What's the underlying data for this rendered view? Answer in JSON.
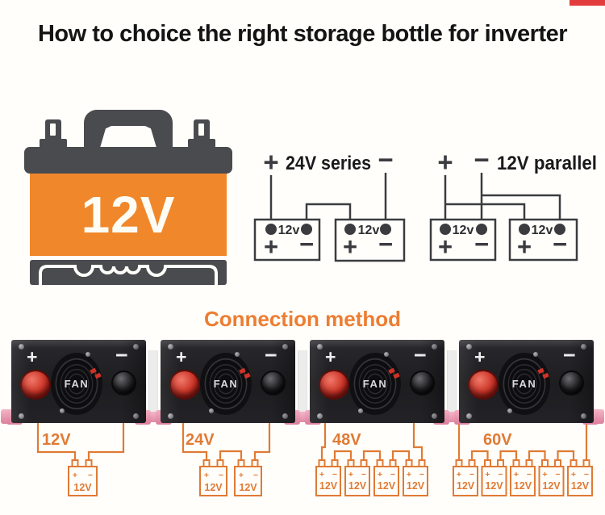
{
  "title": "How to choice the right storage bottle for inverter",
  "hero_battery": {
    "label": "12V"
  },
  "diagrams": {
    "series": {
      "plus": "+",
      "minus": "−",
      "title": "24V series"
    },
    "parallel": {
      "plus": "+",
      "minus": "−",
      "title": "12V parallel"
    },
    "battery_unit": {
      "plus": "+",
      "minus": "−",
      "label": "12v"
    }
  },
  "section_title": "Connection method",
  "inverter_face": {
    "plus": "+",
    "minus": "−",
    "fan_label": "FAN"
  },
  "inverters": [
    {
      "voltage": "12V",
      "batteries": 1
    },
    {
      "voltage": "24V",
      "batteries": 2
    },
    {
      "voltage": "48V",
      "batteries": 4
    },
    {
      "voltage": "60V",
      "batteries": 5
    }
  ],
  "battery_unit": {
    "plus": "+",
    "minus": "−",
    "label": "12V"
  },
  "colors": {
    "background": "#FFFEFA",
    "title_ink": "#141414",
    "diagram_ink": "#3B3C40",
    "battery_gray": "#4A4B4F",
    "battery_orange": "#F0882B",
    "accent_orange": "#ED7D31",
    "wire_orange": "#E07A35",
    "knob_red": "#C2271B",
    "bracket_pink": "#F0A8BC"
  }
}
